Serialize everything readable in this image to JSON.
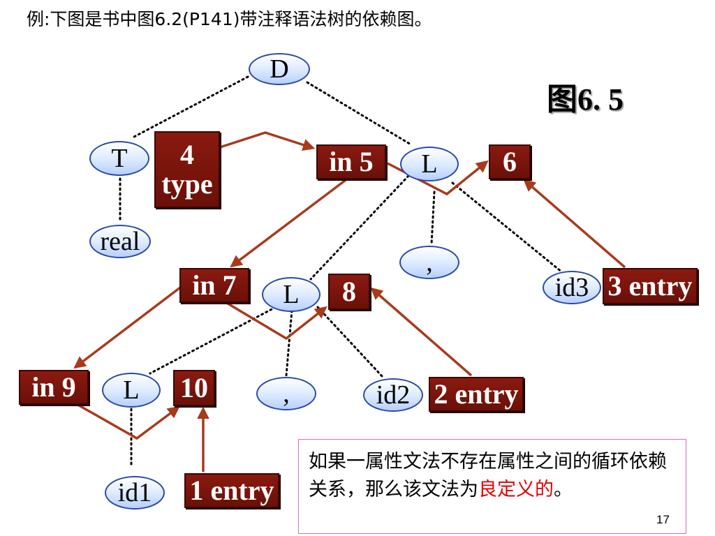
{
  "header": "例:下图是书中图6.2(P141)带注释语法树的依赖图。",
  "figure_label": "图6. 5",
  "nodes": {
    "D": "D",
    "T": "T",
    "L_top": "L",
    "real": "real",
    "comma_top": ",",
    "id3": "id3",
    "L_mid": "L",
    "comma_mid": ",",
    "id2": "id2",
    "L_bot": "L",
    "id1": "id1"
  },
  "boxes": {
    "type4_num": "4",
    "type4_label": "type",
    "in5": "in 5",
    "n6": "6",
    "in7": "in 7",
    "n8": "8",
    "entry3": "3 entry",
    "in9": "in 9",
    "n10": "10",
    "entry2": "2 entry",
    "entry1": "1 entry"
  },
  "note": {
    "text_before": "如果一属性文法不存在属性之间的循环依赖关系，那么该文法为",
    "highlight": "良定义的",
    "text_after": "。"
  },
  "page_number": "17",
  "colors": {
    "arrow": "#a83a1c",
    "box_fill": "#7a1208",
    "ellipse_border": "#2a4aa8",
    "highlight": "#e00000",
    "note_border": "#d070c0"
  }
}
